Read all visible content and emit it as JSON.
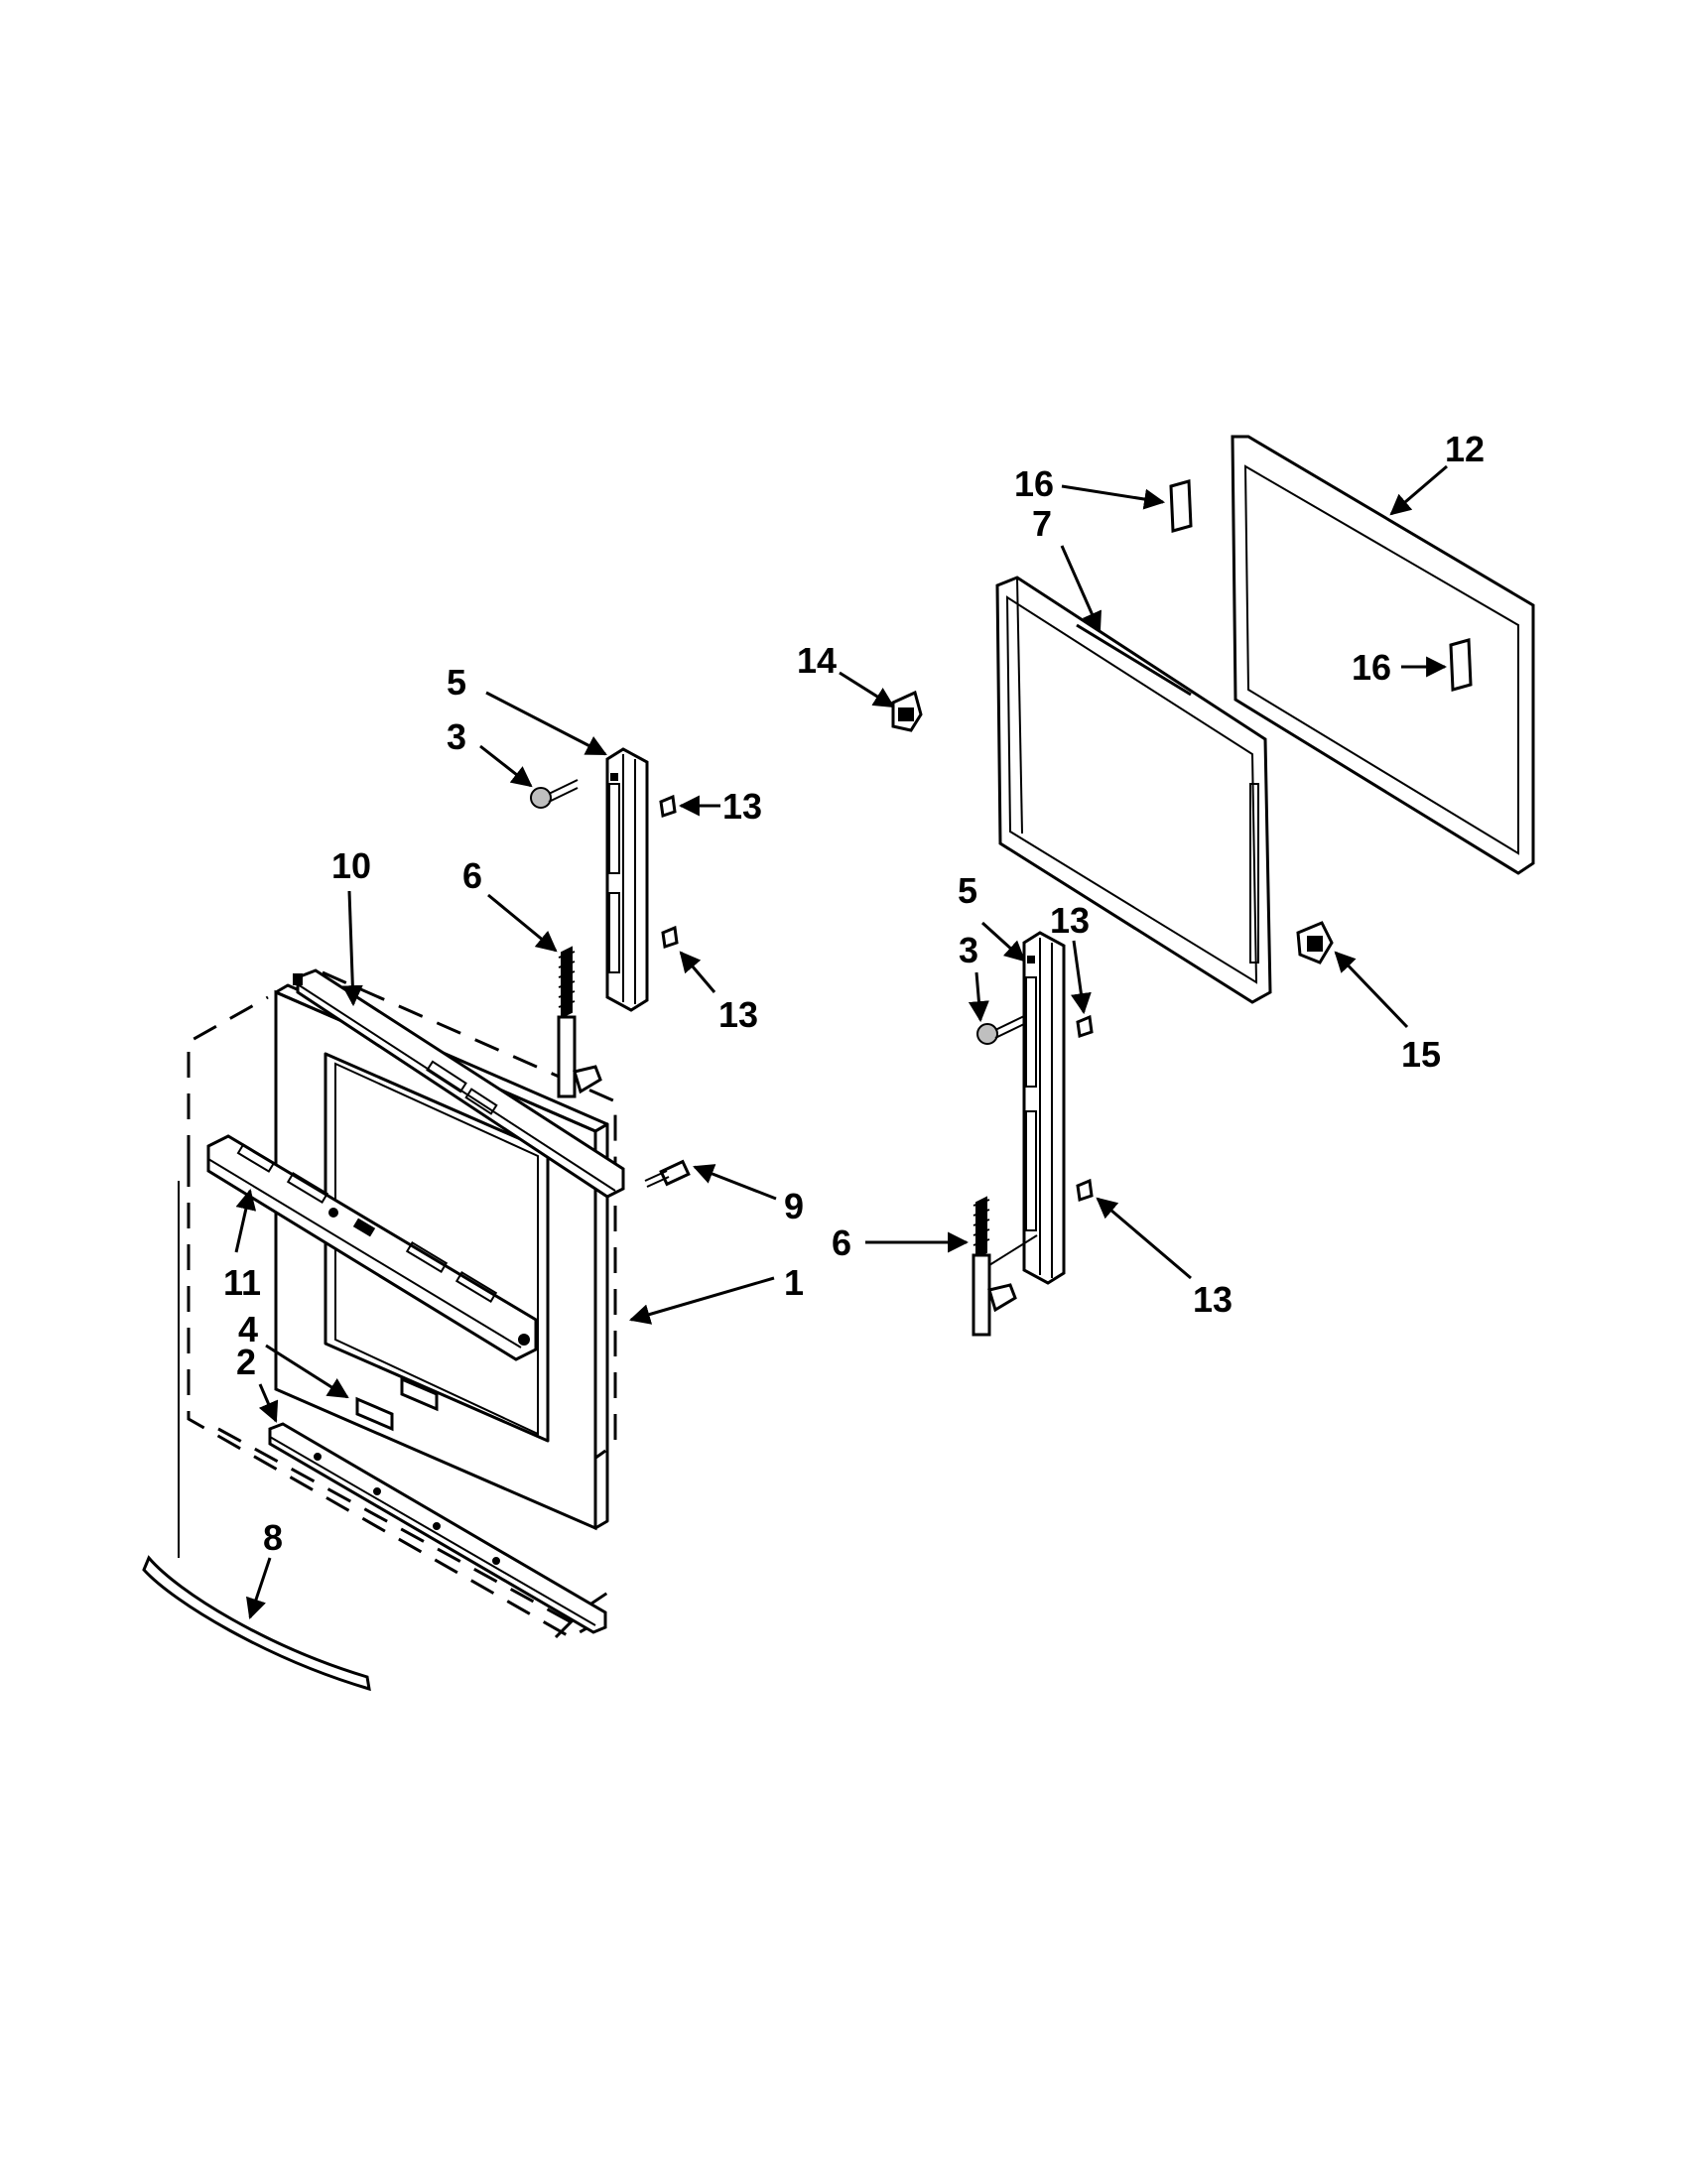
{
  "diagram": {
    "callouts": {
      "c1": "1",
      "c2": "2",
      "c3a": "3",
      "c3b": "3",
      "c4": "4",
      "c5a": "5",
      "c5b": "5",
      "c6a": "6",
      "c6b": "6",
      "c7": "7",
      "c8": "8",
      "c9": "9",
      "c10": "10",
      "c11": "11",
      "c12": "12",
      "c13a": "13",
      "c13b": "13",
      "c13c": "13",
      "c13d": "13",
      "c14": "14",
      "c15": "15",
      "c16a": "16",
      "c16b": "16"
    }
  }
}
